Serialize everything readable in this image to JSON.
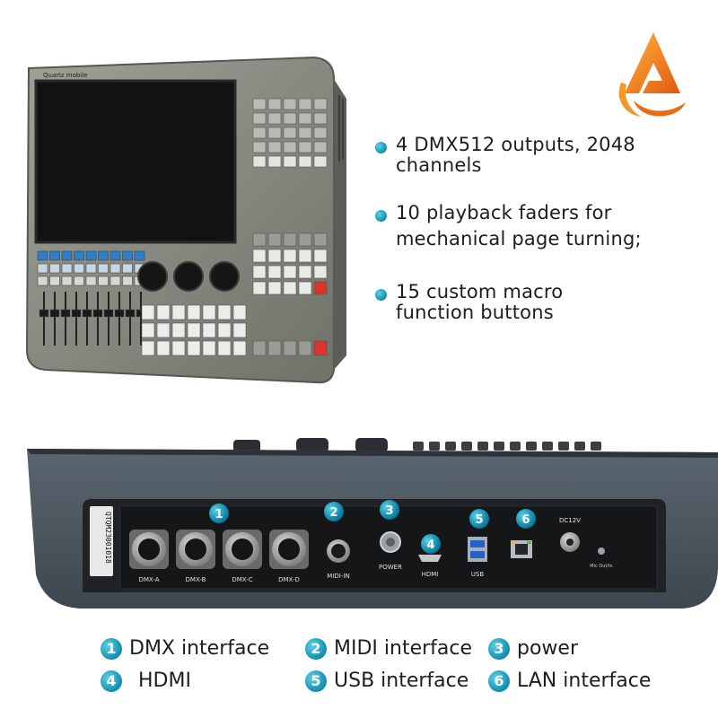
{
  "console": {
    "brand": "Quartz mobile",
    "fader_count": 10,
    "knob_count": 3
  },
  "features": [
    {
      "lines": [
        "4 DMX512 outputs, 2048 channels"
      ]
    },
    {
      "lines": [
        "10 playback faders for",
        "mechanical page turning;"
      ]
    },
    {
      "lines": [
        "15 custom macro",
        "function buttons"
      ]
    }
  ],
  "rear_panel": {
    "serial": "QTQM23001018",
    "ports": {
      "dmx": [
        "DMX-A",
        "DMX-B",
        "DMX-C",
        "DMX-D"
      ],
      "midi": "MIDI-IN",
      "power": "POWER",
      "hdmi": "HDMI",
      "usb": "USB",
      "dc": "DC12V",
      "mic": "Mic Out/In"
    },
    "markers": [
      "1",
      "2",
      "3",
      "4",
      "5",
      "6"
    ]
  },
  "legend": [
    {
      "num": "1",
      "label": "DMX interface"
    },
    {
      "num": "2",
      "label": "MIDI interface"
    },
    {
      "num": "3",
      "label": "power"
    },
    {
      "num": "4",
      "label": "HDMI"
    },
    {
      "num": "5",
      "label": "USB interface"
    },
    {
      "num": "6",
      "label": "LAN interface"
    }
  ],
  "colors": {
    "accent_teal": "#1a97b8",
    "logo_orange": "#f08a1c",
    "console_body": "#8a8d84",
    "rear_body": "#4a545d"
  },
  "icons": [
    "brand-logo",
    "bullet-dot",
    "number-badge"
  ]
}
